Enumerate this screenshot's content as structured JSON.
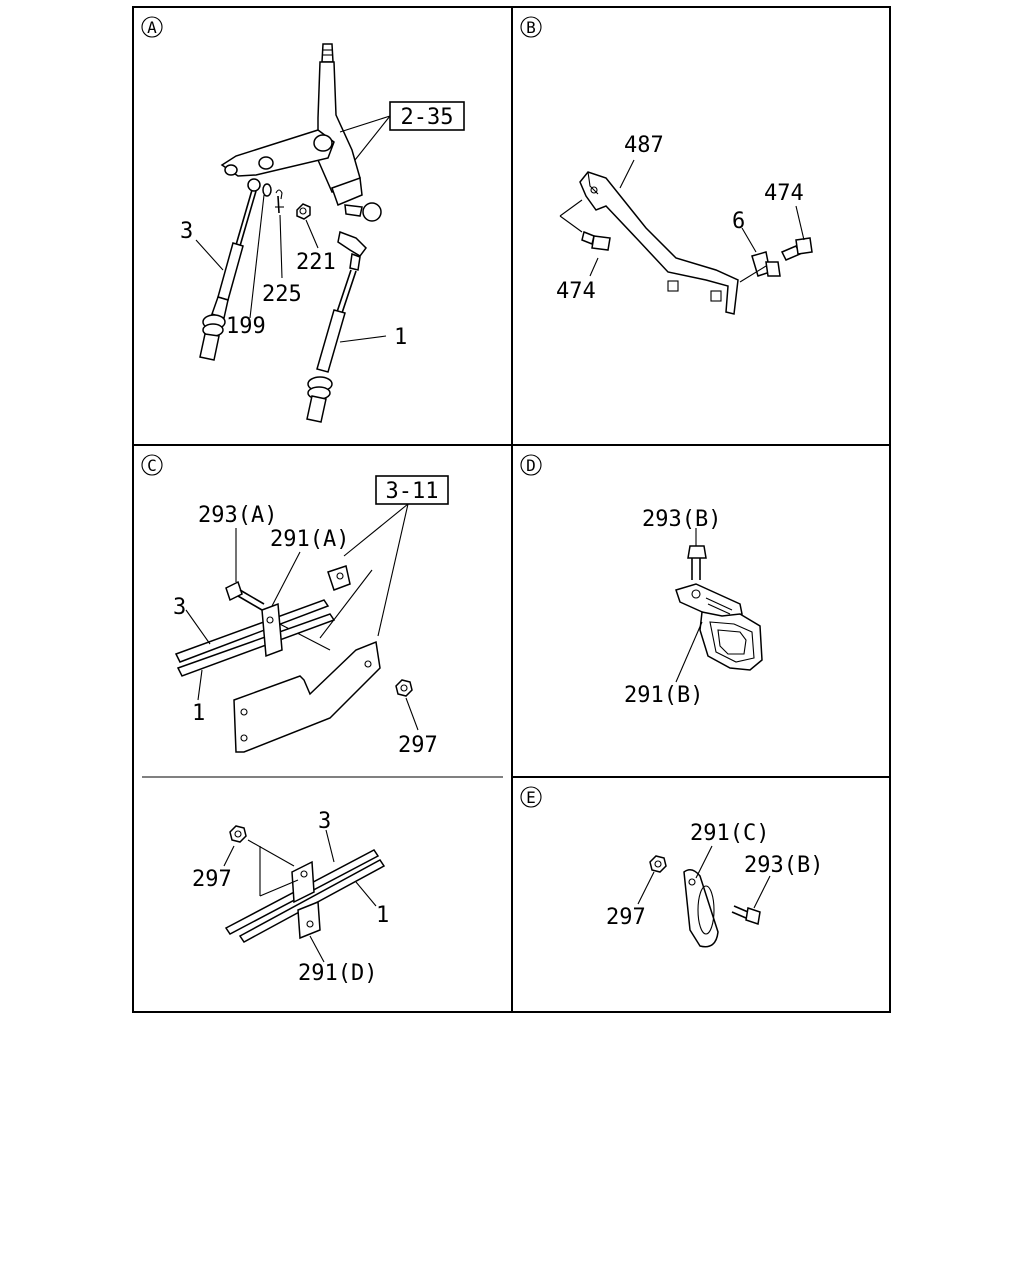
{
  "panels": {
    "a": {
      "letter": "A",
      "ref_box": "2-35",
      "labels": {
        "cable_3": "3",
        "washer_199": "199",
        "pin_225": "225",
        "nut_221": "221",
        "cable_1": "1"
      }
    },
    "b": {
      "letter": "B",
      "labels": {
        "bracket_487": "487",
        "bolt_474_left": "474",
        "clip_6": "6",
        "bolt_474_right": "474"
      }
    },
    "c": {
      "letter": "C",
      "ref_box": "3-11",
      "labels": {
        "bolt_293a": "293(A)",
        "clip_291a": "291(A)",
        "cable_3": "3",
        "cable_1": "1",
        "nut_297": "297"
      },
      "lower_labels": {
        "nut_297": "297",
        "cable_3": "3",
        "cable_1": "1",
        "clip_291d": "291(D)"
      }
    },
    "d": {
      "letter": "D",
      "labels": {
        "bolt_293b": "293(B)",
        "clip_291b": "291(B)"
      }
    },
    "e": {
      "letter": "E",
      "labels": {
        "clip_291c": "291(C)",
        "bolt_293b": "293(B)",
        "nut_297": "297"
      }
    }
  },
  "colors": {
    "line": "#000000",
    "background": "#ffffff"
  }
}
